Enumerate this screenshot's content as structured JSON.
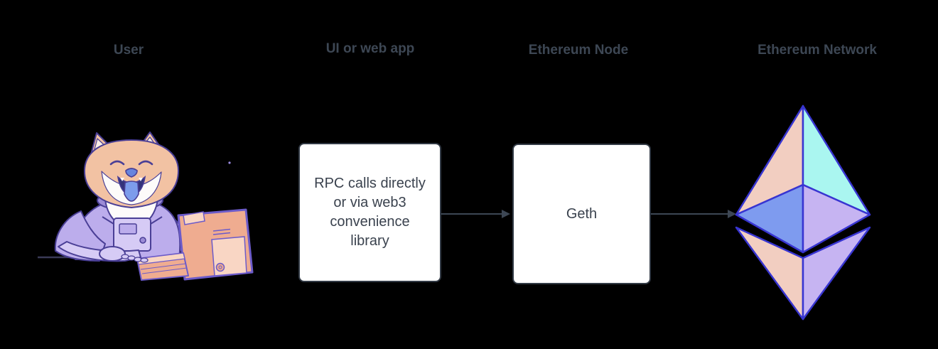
{
  "diagram_title": "User to Ethereum Network flow",
  "labels": {
    "user": "User",
    "webapp": "UI or web app",
    "node": "Ethereum Node",
    "network": "Ethereum Network"
  },
  "webapp_box": {
    "text": "RPC calls directly or via web3 convenience library",
    "lines": [
      "RPC calls directly",
      "or via web3",
      "convenience",
      "library"
    ]
  },
  "node_box": {
    "label": "Geth"
  },
  "icons": {
    "user": "doge-astronaut-at-computer",
    "network": "ethereum-logo"
  },
  "connectors": [
    {
      "from": "webapp_box",
      "to": "node_box",
      "style": "solid-arrow"
    },
    {
      "from": "node_box",
      "to": "ethereum-logo",
      "style": "solid-arrow"
    }
  ],
  "theme": {
    "bg": "#000000",
    "label_text": "#3d4754",
    "box_fill": "#ffffff",
    "box_border": "#323a45",
    "box_text": "#3a424e",
    "arrow": "#3d4754",
    "desk_line": "#3a3a56",
    "eth_outline": "#3835d1",
    "eth_peach": "#f2cec1",
    "eth_cyan": "#aaf6f0",
    "eth_blue": "#7e9bef",
    "eth_purple": "#c6b4f2",
    "doge_fur": "#f2c2a3",
    "doge_fur_shade": "#e8a284",
    "doge_white": "#fdfbfa",
    "doge_inner_ear": "#fbeee6",
    "doge_outline": "#4a3f96",
    "suit": "#bcadec",
    "suit_light": "#d6cbf5",
    "suit_shade": "#9c8cd6",
    "tongue": "#7d9ceb",
    "nose": "#6684dd",
    "mouth": "#33337a",
    "computer": "#efac90",
    "computer_light": "#f9d6c4",
    "computer_outline": "#6c5bc9",
    "sparkle": "#9a8ae0"
  }
}
